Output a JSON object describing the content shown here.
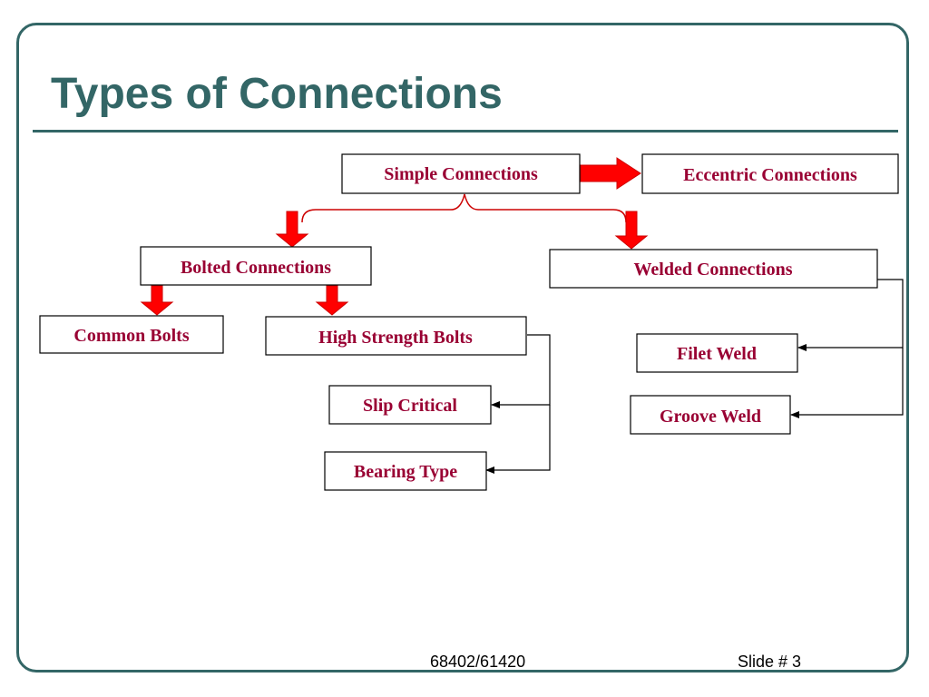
{
  "slide": {
    "title": "Types of Connections",
    "footer_code": "68402/61420",
    "footer_slide": "Slide # 3"
  },
  "diagram": {
    "nodes": {
      "simple": "Simple Connections",
      "eccentric": "Eccentric Connections",
      "bolted": "Bolted Connections",
      "welded": "Welded Connections",
      "common_bolts": "Common Bolts",
      "high_strength": "High Strength Bolts",
      "slip_critical": "Slip Critical",
      "bearing_type": "Bearing Type",
      "filet_weld": "Filet Weld",
      "groove_weld": "Groove Weld"
    },
    "colors": {
      "theme": "#336666",
      "node_text": "#990033",
      "block_arrow": "#ff0000"
    }
  }
}
